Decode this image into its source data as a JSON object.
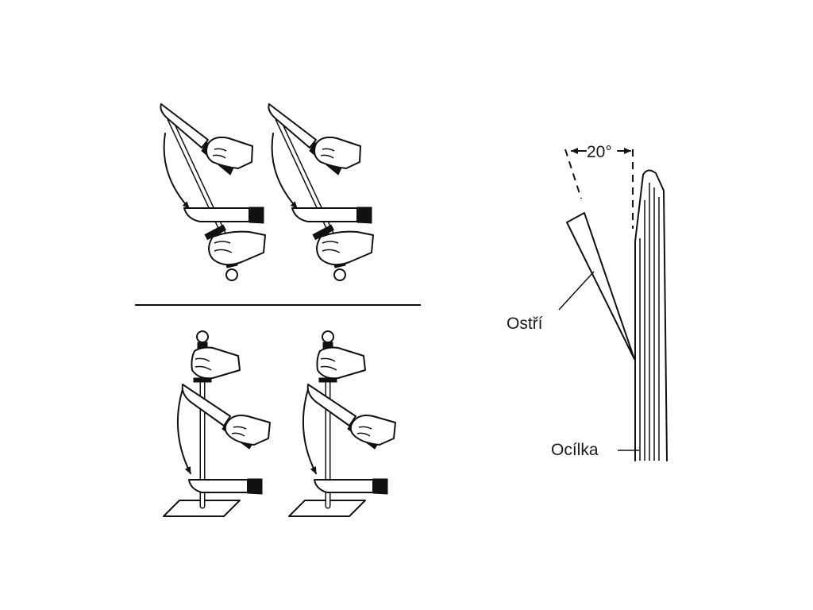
{
  "labels": {
    "angle": "20°",
    "blade": "Ostří",
    "steel": "Ocílka"
  },
  "angle_degrees": 20,
  "icons": [
    "knife-icon",
    "sharpening-steel-icon",
    "hand-icon",
    "swing-arrow-icon"
  ]
}
